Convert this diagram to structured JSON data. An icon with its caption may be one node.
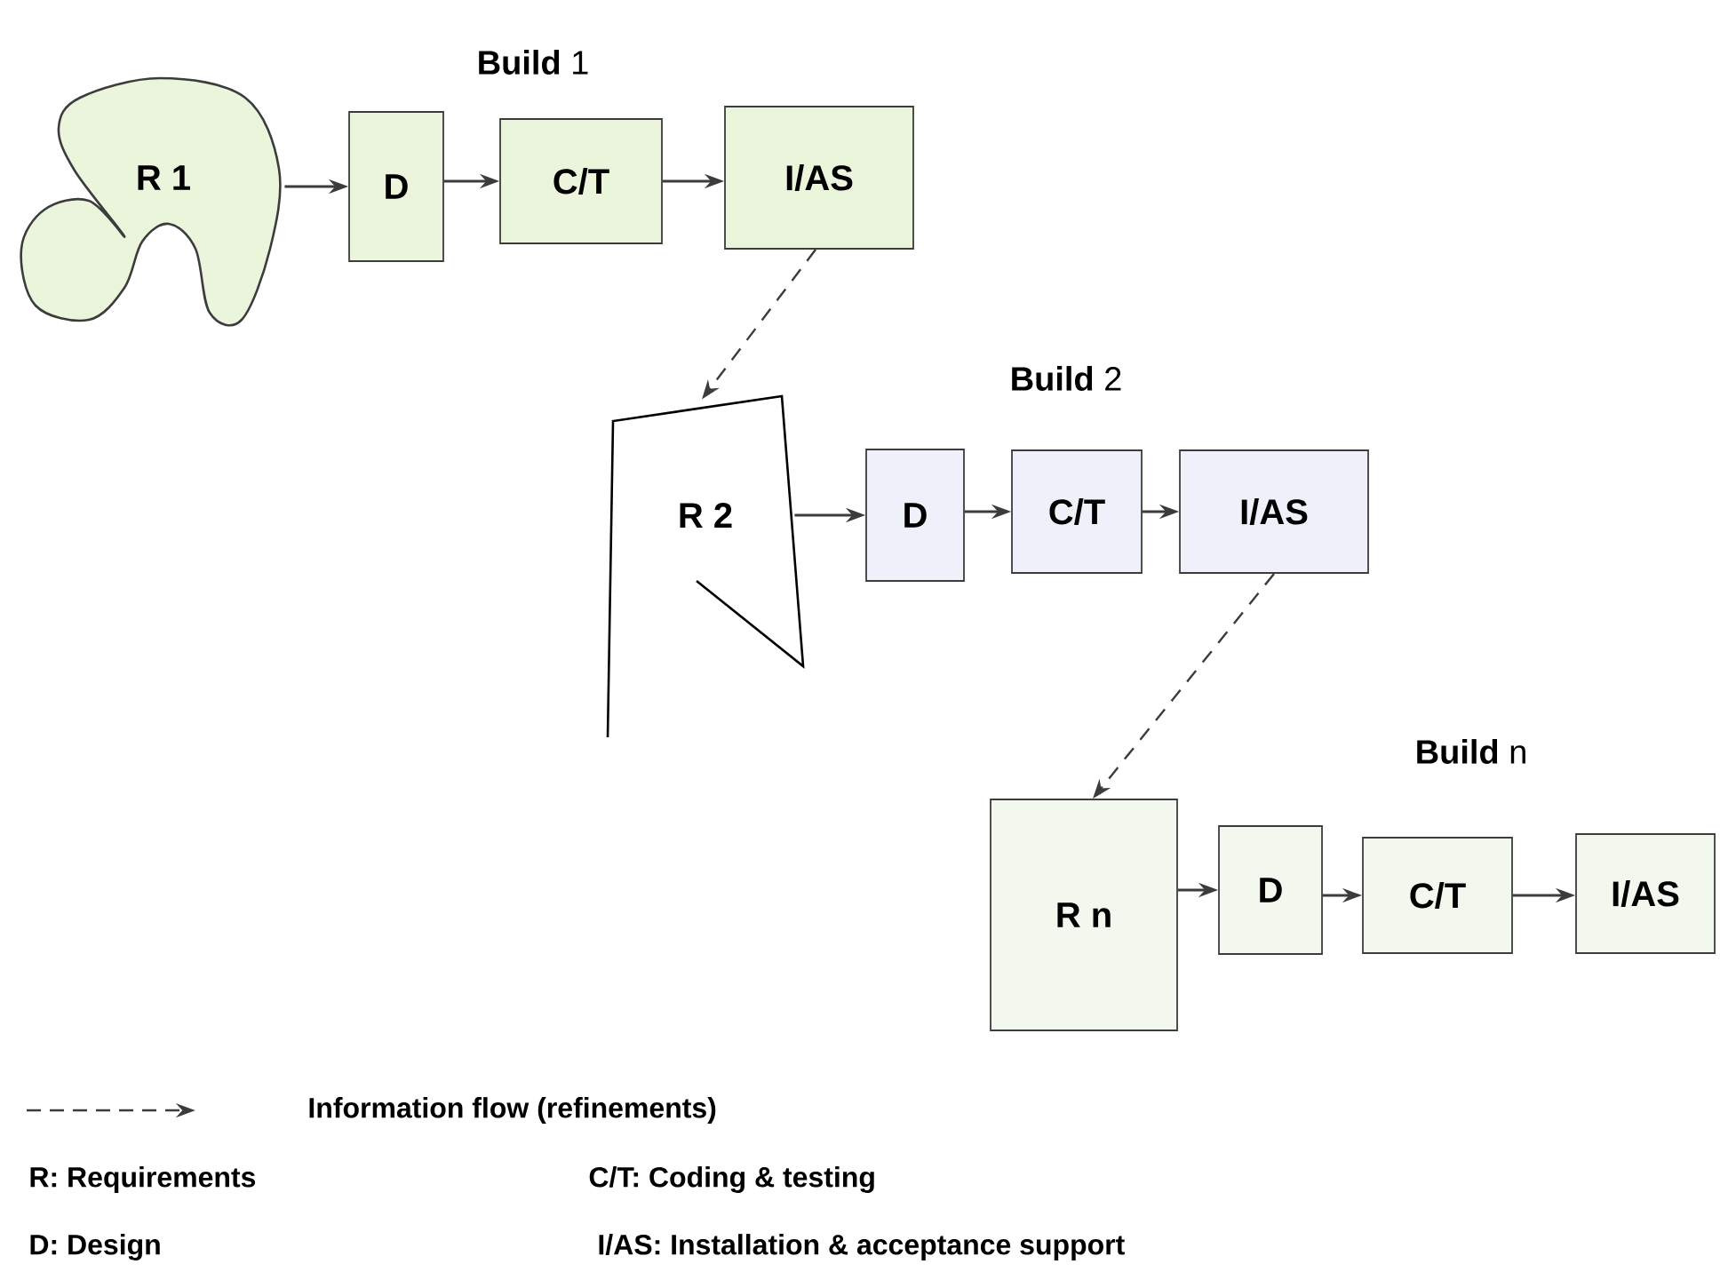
{
  "diagram": {
    "nodes": [
      {
        "text": [
          "R 1"
        ]
      },
      {
        "text": [
          "D"
        ]
      },
      {
        "text": [
          "C/T"
        ]
      },
      {
        "text": [
          "I/AS"
        ]
      },
      {
        "text": [
          "R 2"
        ]
      },
      {
        "text": [
          "D"
        ]
      },
      {
        "text": [
          "C/T"
        ]
      },
      {
        "text": [
          "I/AS"
        ]
      },
      {
        "text": [
          "R n"
        ]
      },
      {
        "text": [
          "D"
        ]
      },
      {
        "text": [
          "C/T"
        ]
      },
      {
        "text": [
          "I/AS"
        ]
      }
    ],
    "edges": [
      {
        "from": 0,
        "to": 1,
        "arrow": "to"
      },
      {
        "from": 1,
        "to": 2,
        "arrow": "to"
      },
      {
        "from": 2,
        "to": 3,
        "arrow": "to"
      },
      {
        "from": 3,
        "to": 4,
        "arrow": "to",
        "style": "dashed"
      },
      {
        "from": 4,
        "to": 5,
        "arrow": "to"
      },
      {
        "from": 5,
        "to": 6,
        "arrow": "to"
      },
      {
        "from": 6,
        "to": 7,
        "arrow": "to"
      },
      {
        "from": 7,
        "to": 8,
        "arrow": "to",
        "style": "dashed"
      },
      {
        "from": 8,
        "to": 9,
        "arrow": "to"
      },
      {
        "from": 9,
        "to": 10,
        "arrow": "to"
      },
      {
        "from": 10,
        "to": 11,
        "arrow": "to"
      }
    ],
    "labels": [
      "**Build** 1",
      "**Build** 2",
      "**Build** n",
      "R: Requirements",
      "C/T: Coding & testing",
      "D: Design",
      "I/AS: Installation & acceptance support"
    ],
    "legend": [
      {
        "text": "Information flow (refinements)"
      }
    ]
  }
}
